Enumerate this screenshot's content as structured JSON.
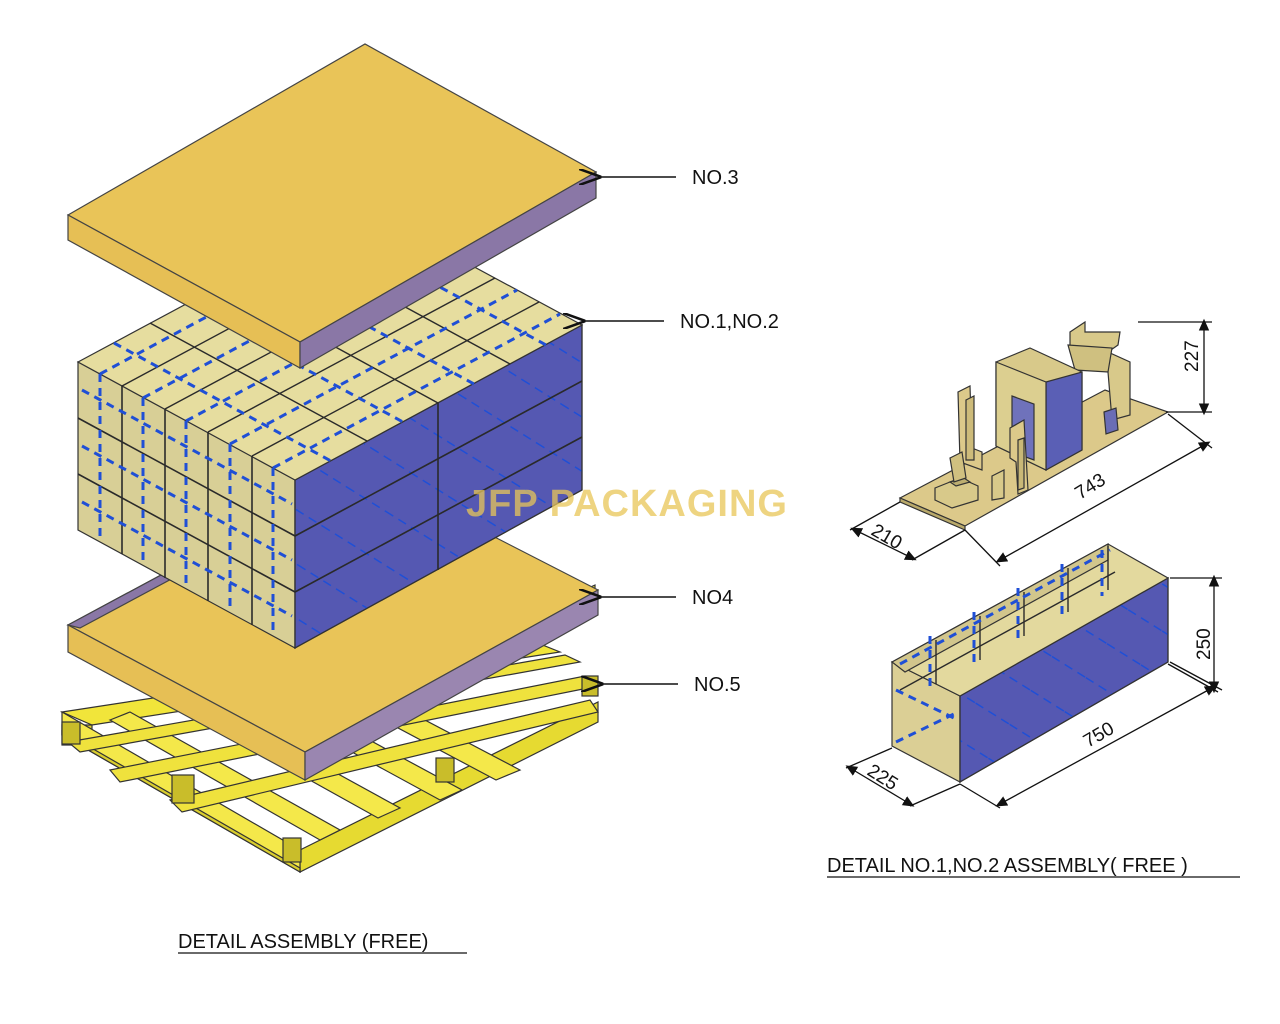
{
  "watermark": "JFP PACKAGING",
  "callouts": {
    "lid": "NO.3",
    "cells": "NO.1,NO.2",
    "tray": "NO4",
    "pallet": "NO.5"
  },
  "captions": {
    "left": "DETAIL ASSEMBLY (FREE)",
    "right": "DETAIL NO.1,NO.2 ASSEMBLY( FREE )"
  },
  "dimensions": {
    "insert_height": "227",
    "insert_length": "743",
    "insert_width": "210",
    "box_height": "250",
    "box_length": "750",
    "box_width": "225"
  },
  "colors": {
    "board": "#e9c458",
    "board_light": "#ddd08e",
    "cell_face": "#d8cf96",
    "blue_face": "#5558b2",
    "tape": "#1f4fd6",
    "edge_purple": "#8a77a6",
    "pallet": "#f1e53a"
  }
}
